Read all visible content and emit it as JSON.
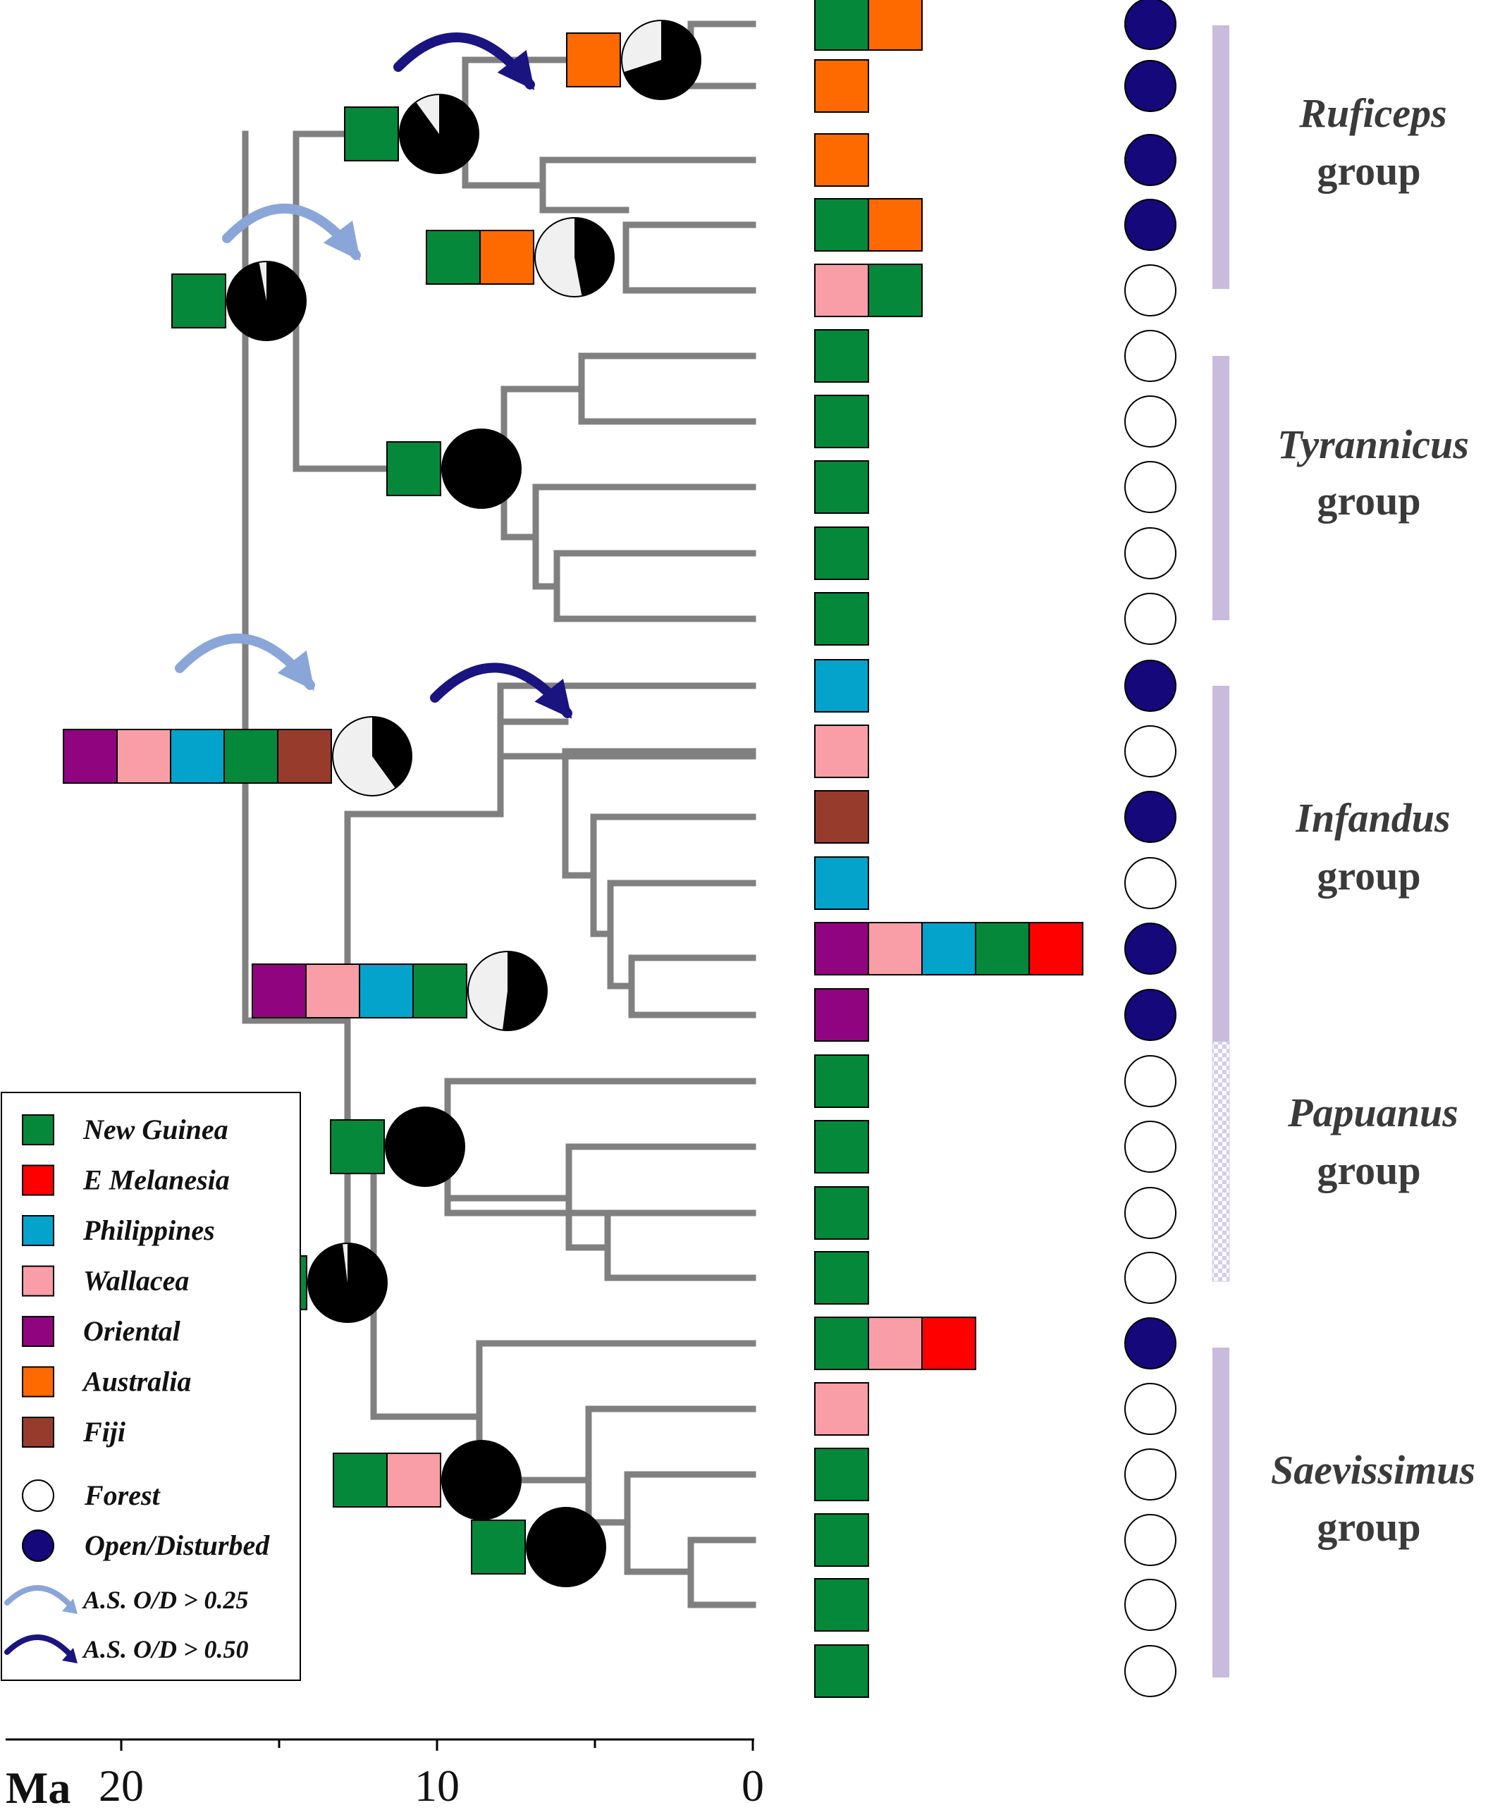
{
  "colors": {
    "new_guinea": "#05883a",
    "e_melanesia": "#ff0000",
    "philippines": "#03a3cc",
    "wallacea": "#f99ea6",
    "oriental": "#910480",
    "australia": "#ff6a00",
    "fiji": "#973c2c",
    "open_disturbed": "#14087a",
    "forest": "#ffffff",
    "branch": "#808080",
    "group_bar": "#c8bbdc",
    "arrow_light": "#8aa6d8",
    "arrow_dark": "#1a1480"
  },
  "groups": [
    {
      "name": "Ruficeps",
      "suffix": "group"
    },
    {
      "name": "Tyrannicus",
      "suffix": "group"
    },
    {
      "name": "Infandus",
      "suffix": "group"
    },
    {
      "name": "Papuanus",
      "suffix": "group"
    },
    {
      "name": "Saevissimus",
      "suffix": "group"
    }
  ],
  "tips": [
    {
      "regions": [
        "new_guinea",
        "australia"
      ],
      "habitat": "open_disturbed"
    },
    {
      "regions": [
        "australia"
      ],
      "habitat": "open_disturbed"
    },
    {
      "regions": [
        "australia"
      ],
      "habitat": "open_disturbed"
    },
    {
      "regions": [
        "new_guinea",
        "australia"
      ],
      "habitat": "open_disturbed"
    },
    {
      "regions": [
        "wallacea",
        "new_guinea"
      ],
      "habitat": "forest"
    },
    {
      "regions": [
        "new_guinea"
      ],
      "habitat": "forest"
    },
    {
      "regions": [
        "new_guinea"
      ],
      "habitat": "forest"
    },
    {
      "regions": [
        "new_guinea"
      ],
      "habitat": "forest"
    },
    {
      "regions": [
        "new_guinea"
      ],
      "habitat": "forest"
    },
    {
      "regions": [
        "new_guinea"
      ],
      "habitat": "forest"
    },
    {
      "regions": [
        "philippines"
      ],
      "habitat": "open_disturbed"
    },
    {
      "regions": [
        "wallacea"
      ],
      "habitat": "forest"
    },
    {
      "regions": [
        "fiji"
      ],
      "habitat": "open_disturbed"
    },
    {
      "regions": [
        "philippines"
      ],
      "habitat": "forest"
    },
    {
      "regions": [
        "oriental",
        "wallacea",
        "philippines",
        "new_guinea",
        "e_melanesia"
      ],
      "habitat": "open_disturbed"
    },
    {
      "regions": [
        "oriental"
      ],
      "habitat": "open_disturbed"
    },
    {
      "regions": [
        "new_guinea"
      ],
      "habitat": "forest"
    },
    {
      "regions": [
        "new_guinea"
      ],
      "habitat": "forest"
    },
    {
      "regions": [
        "new_guinea"
      ],
      "habitat": "forest"
    },
    {
      "regions": [
        "new_guinea"
      ],
      "habitat": "forest"
    },
    {
      "regions": [
        "new_guinea",
        "wallacea",
        "e_melanesia"
      ],
      "habitat": "open_disturbed"
    },
    {
      "regions": [
        "wallacea"
      ],
      "habitat": "forest"
    },
    {
      "regions": [
        "new_guinea"
      ],
      "habitat": "forest"
    },
    {
      "regions": [
        "new_guinea"
      ],
      "habitat": "forest"
    },
    {
      "regions": [
        "new_guinea"
      ],
      "habitat": "forest"
    },
    {
      "regions": [
        "new_guinea"
      ],
      "habitat": "forest"
    }
  ],
  "nodes": [
    {
      "regions": [
        "new_guinea"
      ],
      "open_fraction": 0.97,
      "transition": "A.S. O/D > 0.25"
    },
    {
      "regions": [
        "new_guinea"
      ],
      "open_fraction": 0.9,
      "transition": ""
    },
    {
      "regions": [
        "australia"
      ],
      "open_fraction": 0.7,
      "transition": "A.S. O/D > 0.50"
    },
    {
      "regions": [
        "new_guinea",
        "australia"
      ],
      "open_fraction": 0.47,
      "transition": ""
    },
    {
      "regions": [
        "new_guinea"
      ],
      "open_fraction": 1.0,
      "transition": ""
    },
    {
      "regions": [
        "oriental",
        "wallacea",
        "philippines",
        "new_guinea",
        "fiji"
      ],
      "open_fraction": 0.4,
      "transition": "A.S. O/D > 0.50"
    },
    {
      "regions": [
        "oriental",
        "wallacea",
        "philippines",
        "new_guinea"
      ],
      "open_fraction": 0.52,
      "transition": ""
    },
    {
      "regions": [
        "new_guinea"
      ],
      "open_fraction": 0.98,
      "transition": "A.S. O/D > 0.25"
    },
    {
      "regions": [
        "new_guinea"
      ],
      "open_fraction": 1.0,
      "transition": ""
    },
    {
      "regions": [
        "new_guinea",
        "wallacea"
      ],
      "open_fraction": 1.0,
      "transition": ""
    },
    {
      "regions": [
        "new_guinea"
      ],
      "open_fraction": 1.0,
      "transition": ""
    }
  ],
  "legend": {
    "regions": [
      {
        "key": "new_guinea",
        "label": "New Guinea"
      },
      {
        "key": "e_melanesia",
        "label": "E Melanesia"
      },
      {
        "key": "philippines",
        "label": "Philippines"
      },
      {
        "key": "wallacea",
        "label": "Wallacea"
      },
      {
        "key": "oriental",
        "label": "Oriental"
      },
      {
        "key": "australia",
        "label": "Australia"
      },
      {
        "key": "fiji",
        "label": "Fiji"
      }
    ],
    "habitats": [
      {
        "key": "forest",
        "label": "Forest"
      },
      {
        "key": "open_disturbed",
        "label": "Open/Disturbed"
      }
    ],
    "arrows": [
      {
        "style": "light",
        "label": "A.S. O/D > 0.25"
      },
      {
        "style": "dark",
        "label": "A.S. O/D > 0.50"
      }
    ]
  },
  "axis": {
    "unit_label": "Ma",
    "range_ma": [
      23,
      0
    ],
    "ticks": [
      {
        "value": 20,
        "label": "20"
      },
      {
        "value": 10,
        "label": "10"
      },
      {
        "value": 0,
        "label": "0"
      }
    ],
    "minor_ticks": [
      15,
      5
    ]
  }
}
